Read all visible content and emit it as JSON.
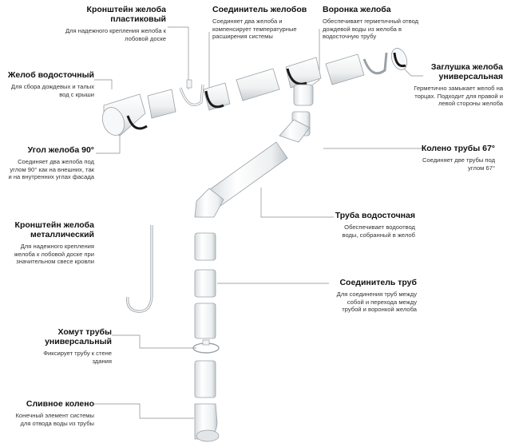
{
  "labels": {
    "bracket_plastic": {
      "title": "Кронштейн желоба пластиковый",
      "desc": "Для надежного крепления желоба к лобовой доске"
    },
    "gutter_connector": {
      "title": "Соединитель желобов",
      "desc": "Соединяет два желоба и компенсирует температурные расширения системы"
    },
    "funnel": {
      "title": "Воронка желоба",
      "desc": "Обеспечивает герметичный отвод дождевой воды из желоба в водосточную трубу"
    },
    "gutter": {
      "title": "Желоб водосточный",
      "desc": "Для сбора дождевых и талых вод с крыши"
    },
    "end_cap": {
      "title": "Заглушка желоба универсальная",
      "desc": "Герметично замыкает желоб на торцах. Подходит для правой и левой стороны желоба"
    },
    "corner_90": {
      "title": "Угол желоба 90°",
      "desc": "Соединяет два желоба под углом 90° как на внешних, так и на внутренних углах фасада"
    },
    "elbow_67": {
      "title": "Колено трубы 67°",
      "desc": "Соединяет две трубы под углом 67°"
    },
    "downpipe": {
      "title": "Труба водосточная",
      "desc": "Обеспечивает водоотвод воды, собранный в желоб"
    },
    "bracket_metal": {
      "title": "Кронштейн желоба металлический",
      "desc": "Для надежного крепления желоба к лобовой доске при значительном свесе кровли"
    },
    "pipe_connector": {
      "title": "Соединитель труб",
      "desc": "Для соединения труб между собой и перехода между трубой и воронкой желоба"
    },
    "pipe_clamp": {
      "title": "Хомут трубы универсальный",
      "desc": "Фиксирует трубу к стене здания"
    },
    "drain_elbow": {
      "title": "Сливное колено",
      "desc": "Конечный элемент системы для отвода воды из трубы"
    }
  },
  "colors": {
    "part_fill": "#f2f4f5",
    "part_stroke": "#9aa1a6",
    "seal": "#1a1a1a",
    "leader": "#8a8a8a"
  }
}
